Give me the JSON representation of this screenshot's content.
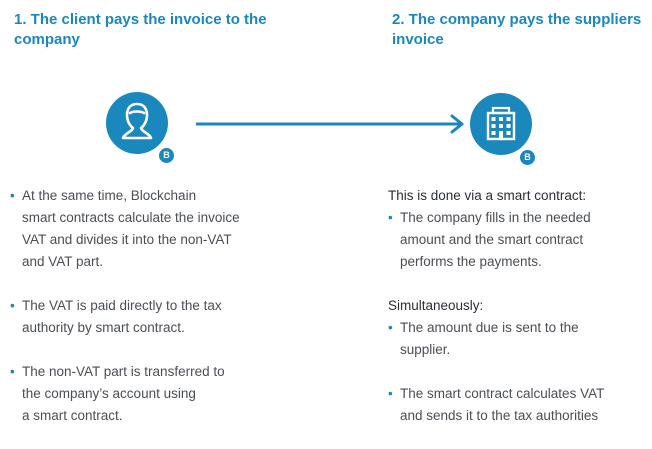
{
  "colors": {
    "primary": "#1a87bd",
    "text": "#4a4f55",
    "circle": "#1a87bd",
    "arrow": "#1a87bd"
  },
  "step1": {
    "title": "1. The client pays the invoice to the company",
    "icon": "person-icon",
    "badge": "B"
  },
  "step2": {
    "title": "2. The company pays the suppliers invoice",
    "icon": "building-icon",
    "badge": "B"
  },
  "left_bullets": [
    {
      "lines": [
        "At the same time, Blockchain",
        "smart contracts calculate the invoice",
        "VAT and divides it into the non-VAT",
        "and VAT part."
      ]
    },
    {
      "lines": [
        "The VAT is paid directly to the tax",
        "authority by smart contract."
      ]
    },
    {
      "lines": [
        "The non-VAT part is transferred to",
        "the company’s account using",
        "a smart contract."
      ]
    }
  ],
  "right": {
    "heading1": "This is done via a smart contract:",
    "bullet1": [
      "The company fills in the needed",
      "amount and the smart contract",
      "performs the payments."
    ],
    "heading2": "Simultaneously:",
    "bullet2": [
      "The amount due is sent to the",
      "supplier."
    ],
    "bullet3": [
      "The smart contract calculates VAT",
      "and sends it to the tax authorities"
    ]
  },
  "bullet_char": "•"
}
